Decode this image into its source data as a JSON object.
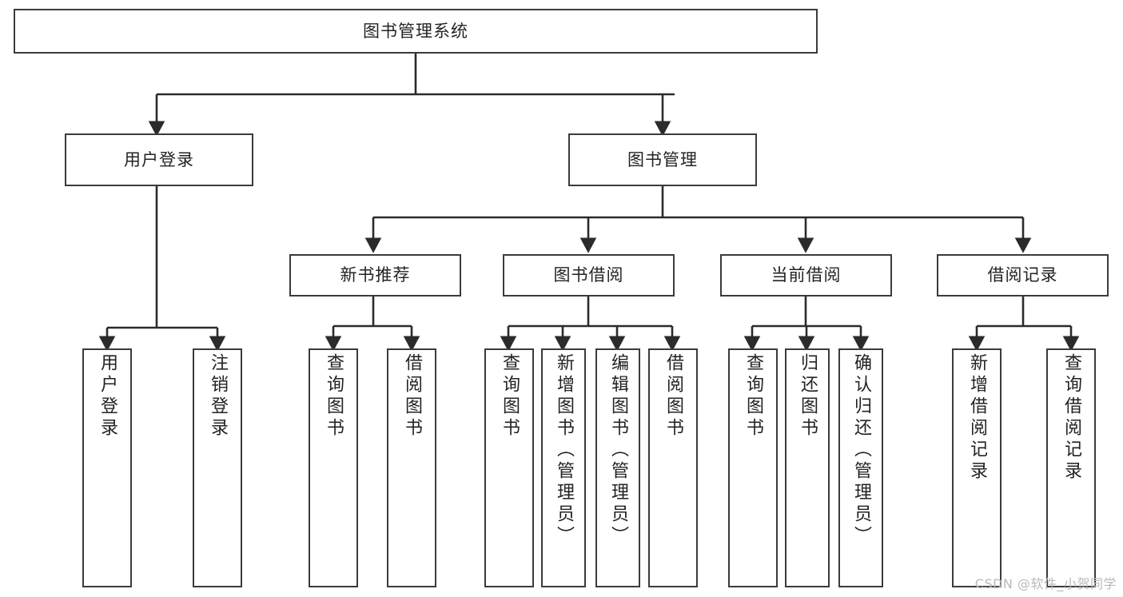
{
  "diagram": {
    "type": "tree-hierarchy-chart",
    "title": "图书管理系统",
    "orientation": "top-down",
    "colors": {
      "box_border": "#3b3b3b",
      "box_fill": "#ffffff",
      "connector": "#2b2b2b",
      "text": "#232323",
      "watermark": "#b9b9b9",
      "background": "#ffffff"
    },
    "nodes": {
      "root": {
        "label": "图书管理系统",
        "level": 1,
        "text_direction": "horizontal"
      },
      "level2": [
        {
          "id": "user-login",
          "label": "用户登录",
          "text_direction": "horizontal"
        },
        {
          "id": "book-manage",
          "label": "图书管理",
          "text_direction": "horizontal"
        }
      ],
      "level3": [
        {
          "id": "new-book-recommend",
          "label": "新书推荐",
          "parent": "book-manage",
          "text_direction": "horizontal"
        },
        {
          "id": "book-borrow",
          "label": "图书借阅",
          "parent": "book-manage",
          "text_direction": "horizontal"
        },
        {
          "id": "current-borrow",
          "label": "当前借阅",
          "parent": "book-manage",
          "text_direction": "horizontal"
        },
        {
          "id": "borrow-record",
          "label": "借阅记录",
          "parent": "book-manage",
          "text_direction": "horizontal"
        }
      ],
      "leaves": [
        {
          "id": "leaf-user-login",
          "label": "用户登录",
          "parent": "user-login",
          "text_direction": "vertical"
        },
        {
          "id": "leaf-logout",
          "label": "注销登录",
          "parent": "user-login",
          "text_direction": "vertical"
        },
        {
          "id": "leaf-query-book-1",
          "label": "查询图书",
          "parent": "new-book-recommend",
          "text_direction": "vertical"
        },
        {
          "id": "leaf-borrow-book-1",
          "label": "借阅图书",
          "parent": "new-book-recommend",
          "text_direction": "vertical"
        },
        {
          "id": "leaf-query-book-2",
          "label": "查询图书",
          "parent": "book-borrow",
          "text_direction": "vertical"
        },
        {
          "id": "leaf-add-book",
          "label": "新增图书（管理员）",
          "parent": "book-borrow",
          "text_direction": "vertical"
        },
        {
          "id": "leaf-edit-book",
          "label": "编辑图书（管理员）",
          "parent": "book-borrow",
          "text_direction": "vertical"
        },
        {
          "id": "leaf-borrow-book-2",
          "label": "借阅图书",
          "parent": "book-borrow",
          "text_direction": "vertical"
        },
        {
          "id": "leaf-query-book-3",
          "label": "查询图书",
          "parent": "current-borrow",
          "text_direction": "vertical"
        },
        {
          "id": "leaf-return-book",
          "label": "归还图书",
          "parent": "current-borrow",
          "text_direction": "vertical"
        },
        {
          "id": "leaf-confirm-return",
          "label": "确认归还（管理员）",
          "parent": "current-borrow",
          "text_direction": "vertical"
        },
        {
          "id": "leaf-add-record",
          "label": "新增借阅记录",
          "parent": "borrow-record",
          "text_direction": "vertical"
        },
        {
          "id": "leaf-query-record",
          "label": "查询借阅记录",
          "parent": "borrow-record",
          "text_direction": "vertical"
        }
      ]
    },
    "watermark": "CSDN @软件_小贺同学"
  }
}
